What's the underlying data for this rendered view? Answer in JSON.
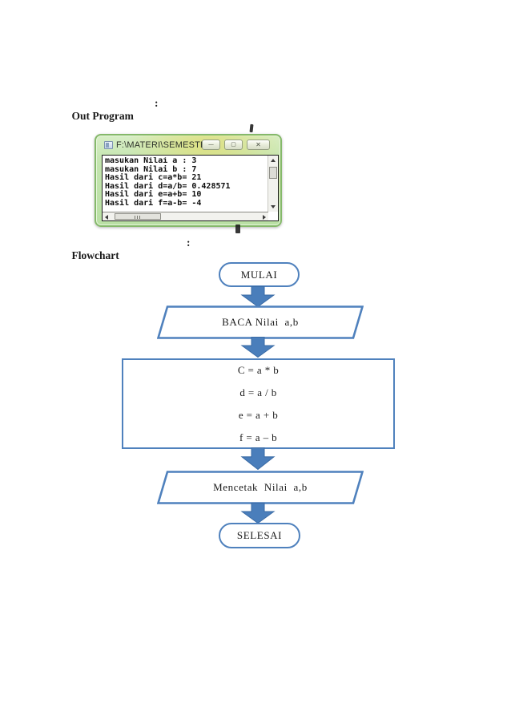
{
  "headings": {
    "out_program_label": "Out Program",
    "out_program_colon": ":",
    "flowchart_label": "Flowchart",
    "flowchart_colon": ":"
  },
  "console_window": {
    "title": "F:\\MATERI\\SEMESTER",
    "controls": {
      "minimize_glyph": "—",
      "maximize_glyph": "▢",
      "close_glyph": "✕"
    },
    "output_lines": [
      "masukan Nilai a : 3",
      "masukan Nilai b : 7",
      "Hasil dari c=a*b= 21",
      "Hasil dari d=a/b= 0.428571",
      "Hasil dari e=a+b= 10",
      "Hasil dari f=a-b= -4"
    ],
    "frame_color": "#c3e5ae",
    "frame_border_color": "#85b96a"
  },
  "flowchart": {
    "shape_border_color": "#4f81bd",
    "arrow_fill_color": "#4a7ebb",
    "arrow_stroke_color": "#3a6ba5",
    "nodes": [
      {
        "type": "terminator",
        "label": "MULAI"
      },
      {
        "type": "parallelogram",
        "label": "BACA Nilai  a,b"
      },
      {
        "type": "process",
        "lines": [
          "C = a * b",
          "d = a / b",
          "e = a + b",
          "f = a – b"
        ]
      },
      {
        "type": "parallelogram",
        "label": "Mencetak  Nilai  a,b"
      },
      {
        "type": "terminator",
        "label": "SELESAI"
      }
    ]
  }
}
